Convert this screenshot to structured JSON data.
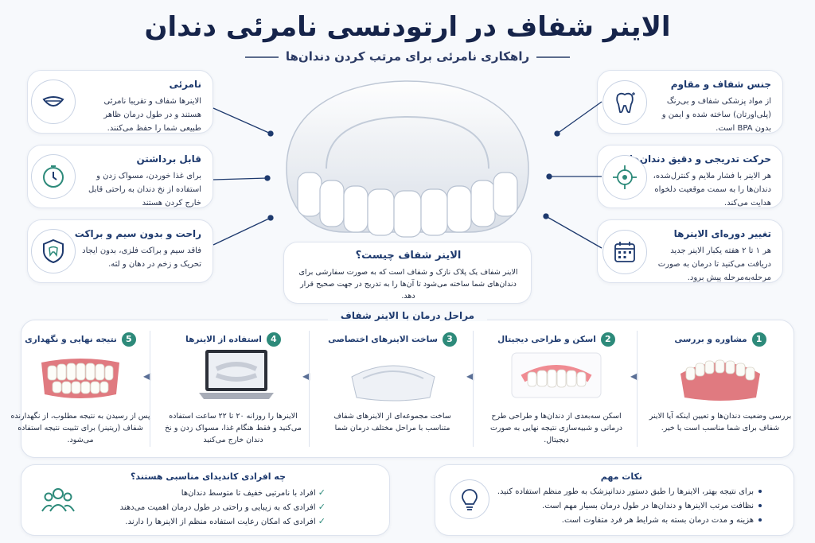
{
  "header": {
    "title": "الاینر شفاف در ارتودنسی نامرئی دندان",
    "subtitle": "راهکاری نامرئی برای مرتب کردن دندان‌ها"
  },
  "features_left": [
    {
      "title": "نامرئی",
      "desc": "الاینرها شفاف و تقریبا نامرئی هستند و در طول درمان ظاهر طبیعی شما را حفظ می‌کنند.",
      "icon": "smile-icon"
    },
    {
      "title": "قابل برداشتن",
      "desc": "برای غذا خوردن، مسواک زدن و استفاده از نخ دندان به راحتی قابل خارج کردن هستند",
      "icon": "clock-icon"
    },
    {
      "title": "راحت و بدون سیم و براکت",
      "desc": "فاقد سیم و براکت فلزی، بدون ایجاد تحریک و زخم در دهان و لثه.",
      "icon": "shield-tooth-icon"
    }
  ],
  "features_right": [
    {
      "title": "جنس شفاف و مقاوم",
      "desc": "از مواد پزشکی شفاف و بی‌رنگ (پلی‌اورتان) ساخته شده و ایمن و بدون BPA است.",
      "icon": "tooth-sparkle-icon"
    },
    {
      "title": "حرکت تدریجی و دقیق دندان‌ها",
      "desc": "هر الاینر با فشار ملایم و کنترل‌شده، دندان‌ها را به سمت موقعیت دلخواه هدایت می‌کند.",
      "icon": "target-icon"
    },
    {
      "title": "تغییر دوره‌ای الاینرها",
      "desc": "هر ۱ تا ۲ هفته یکبار الاینر جدید دریافت می‌کنید تا درمان به صورت مرحله‌به‌مرحله پیش برود.",
      "icon": "calendar-icon"
    }
  ],
  "what": {
    "title": "الاینر شفاف چیست؟",
    "desc": "الاینر شفاف یک پلاک نازک و شفاف است که به صورت سفارشی برای دندان‌های شما ساخته می‌شود تا آن‌ها را به تدریج در جهت صحیح قرار دهد."
  },
  "steps": {
    "title": "مراحل درمان با الاینر شفاف",
    "items": [
      {
        "num": "1",
        "title": "مشاوره و بررسی",
        "desc": "بررسی وضعیت دندان‌ها و تعیین اینکه آیا الاینر شفاف برای شما مناسب است یا خیر."
      },
      {
        "num": "2",
        "title": "اسکن و طراحی دیجیتال",
        "desc": "اسکن سه‌بعدی از دندان‌ها و طراحی طرح درمانی و شبیه‌سازی نتیجه نهایی به صورت دیجیتال."
      },
      {
        "num": "3",
        "title": "ساخت الاینرهای اختصاصی",
        "desc": "ساخت مجموعه‌ای از الاینرهای شفاف متناسب با مراحل مختلف درمان شما"
      },
      {
        "num": "4",
        "title": "استفاده از الاینرها",
        "desc": "الاینرها را روزانه ۲۰ تا ۲۲ ساعت استفاده می‌کنید و فقط هنگام غذا، مسواک زدن و نخ دندان خارج می‌کنید"
      },
      {
        "num": "5",
        "title": "نتیجه نهایی و نگهداری",
        "desc": "پس از رسیدن به نتیجه مطلوب، از نگهدارنده شفاف (ریتینر) برای تثبیت نتیجه استفاده می‌شود."
      }
    ]
  },
  "candidates": {
    "title": "چه افرادی کاندیدای مناسبی هستند؟",
    "items": [
      "افراد با نامرتبی خفیف تا متوسط دندان‌ها",
      "افرادی که به زیبایی و راحتی در طول درمان اهمیت می‌دهند",
      "افرادی که امکان رعایت استفاده منظم از الاینرها را دارند."
    ]
  },
  "notes": {
    "title": "نکات مهم",
    "items": [
      "برای نتیجه بهتر، الاینرها را طبق دستور دندانپزشک به طور منظم استفاده کنید.",
      "نظافت مرتب الاینرها و دندان‌ها در طول درمان بسیار مهم است.",
      "هزینه و مدت درمان بسته به شرایط هر فرد متفاوت است."
    ]
  },
  "colors": {
    "navy": "#16244a",
    "teal": "#2d8a7a",
    "gum": "#e07a80"
  }
}
